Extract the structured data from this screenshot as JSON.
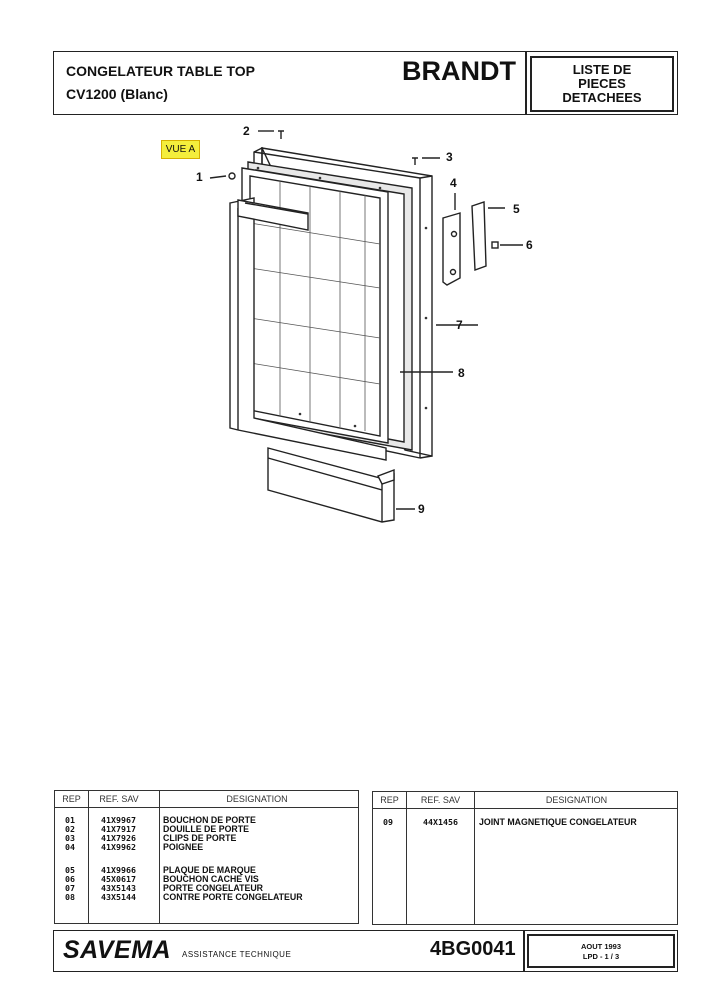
{
  "header": {
    "product_title": "CONGELATEUR TABLE TOP",
    "product_model": "CV1200 (Blanc)",
    "brand": "BRANDT",
    "doc_type_lines": [
      "LISTE DE",
      "PIECES",
      "DETACHEES"
    ]
  },
  "diagram": {
    "view_label": "VUE A",
    "callouts": [
      "1",
      "2",
      "3",
      "4",
      "5",
      "6",
      "7",
      "8",
      "9"
    ]
  },
  "parts_table_left": {
    "headers": [
      "REP",
      "REF. SAV",
      "DESIGNATION"
    ],
    "rows": [
      {
        "rep": "01",
        "ref": "41X9967",
        "designation": "BOUCHON DE PORTE"
      },
      {
        "rep": "02",
        "ref": "41X7917",
        "designation": "DOUILLE DE PORTE"
      },
      {
        "rep": "03",
        "ref": "41X7926",
        "designation": "CLIPS DE PORTE"
      },
      {
        "rep": "04",
        "ref": "41X9962",
        "designation": "POIGNEE"
      },
      {
        "rep": "05",
        "ref": "41X9966",
        "designation": "PLAQUE DE MARQUE"
      },
      {
        "rep": "06",
        "ref": "45X0617",
        "designation": "BOUCHON CACHE VIS"
      },
      {
        "rep": "07",
        "ref": "43X5143",
        "designation": "PORTE CONGELATEUR"
      },
      {
        "rep": "08",
        "ref": "43X5144",
        "designation": "CONTRE PORTE CONGELATEUR"
      }
    ]
  },
  "parts_table_right": {
    "headers": [
      "REP",
      "REF. SAV",
      "DESIGNATION"
    ],
    "rows": [
      {
        "rep": "09",
        "ref": "44X1456",
        "designation": "JOINT MAGNETIQUE CONGELATEUR"
      }
    ]
  },
  "footer": {
    "company": "SAVEMA",
    "company_sub": "ASSISTANCE TECHNIQUE",
    "doc_number": "4BG0041",
    "date": "AOUT 1993",
    "page_ref": "LPD - 1 / 3"
  }
}
